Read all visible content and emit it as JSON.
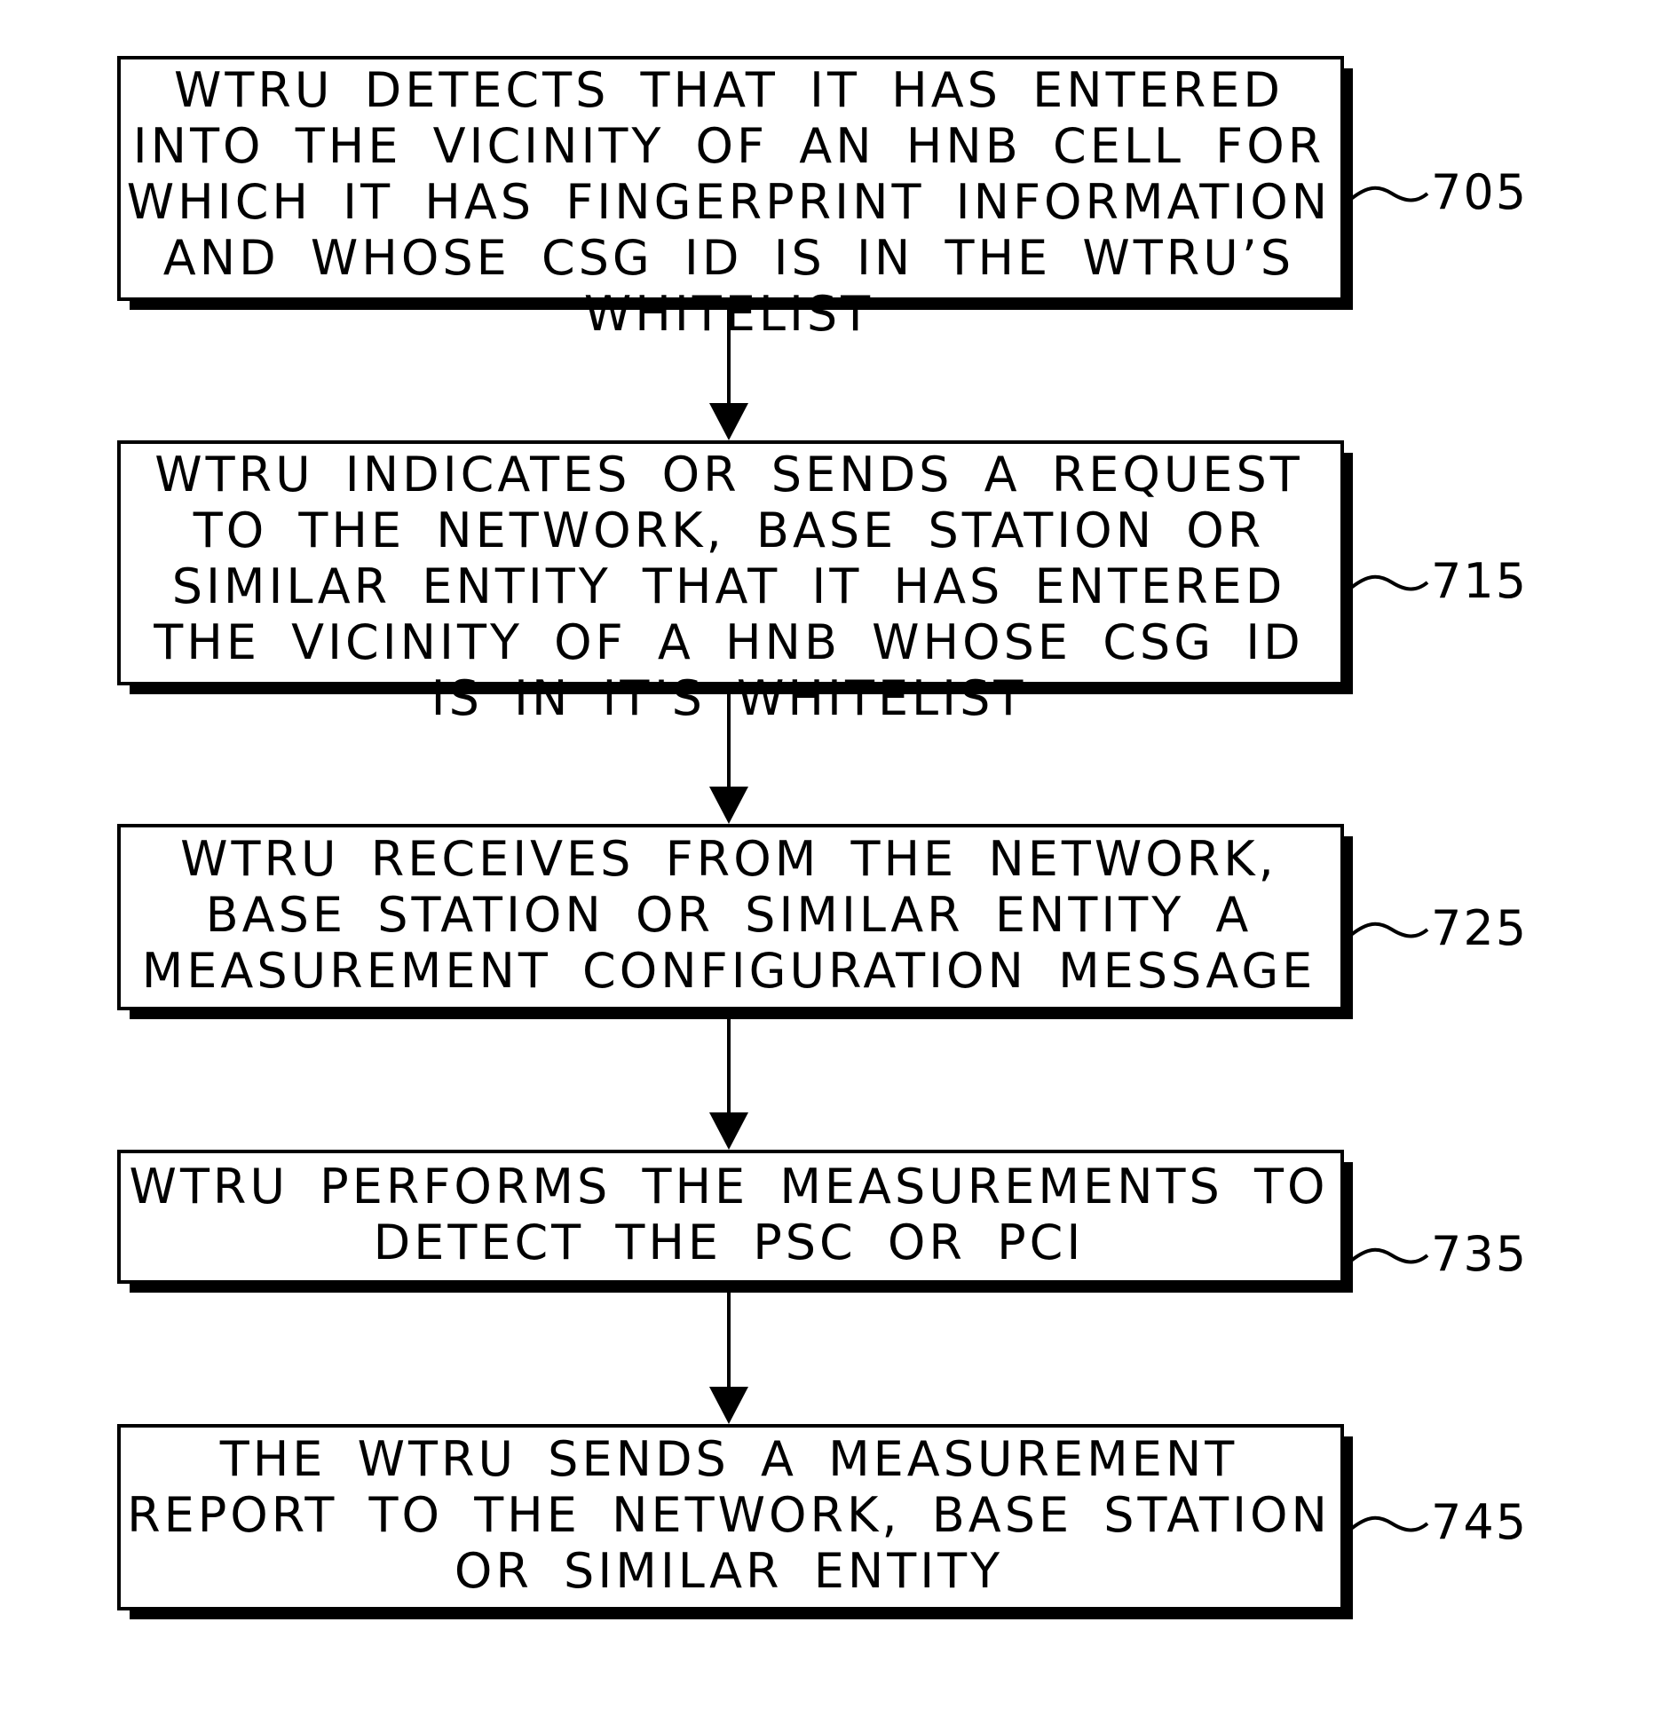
{
  "flowchart": {
    "steps": [
      {
        "ref": "705",
        "text": "WTRU DETECTS THAT IT HAS ENTERED INTO THE VICINITY OF AN HNB CELL FOR WHICH IT HAS FINGERPRINT INFORMATION AND WHOSE CSG ID IS IN THE WTRU’S WHITELIST"
      },
      {
        "ref": "715",
        "text": "WTRU INDICATES OR SENDS A REQUEST TO THE NETWORK, BASE STATION OR SIMILAR ENTITY THAT IT HAS ENTERED THE VICINITY OF A HNB WHOSE CSG ID IS IN IT’S WHITELIST"
      },
      {
        "ref": "725",
        "text": "WTRU RECEIVES FROM THE NETWORK, BASE STATION OR SIMILAR ENTITY A MEASUREMENT CONFIGURATION MESSAGE"
      },
      {
        "ref": "735",
        "text": "WTRU PERFORMS THE MEASUREMENTS TO DETECT THE PSC OR PCI"
      },
      {
        "ref": "745",
        "text": "THE WTRU SENDS A MEASUREMENT REPORT TO THE NETWORK, BASE STATION OR SIMILAR ENTITY"
      }
    ]
  }
}
